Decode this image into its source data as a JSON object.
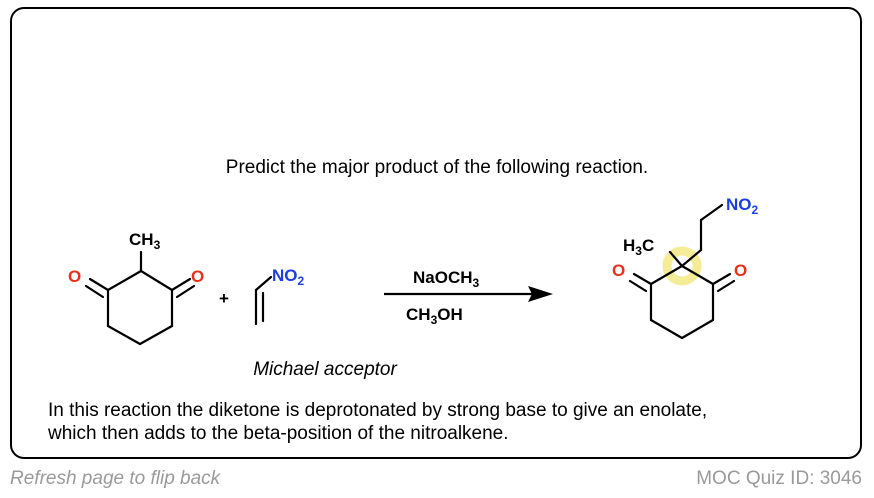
{
  "prompt": "Predict the major product of the following reaction.",
  "reactant1": {
    "methyl": "CH",
    "methyl_sub": "3",
    "oxygen_left": "O",
    "oxygen_right": "O"
  },
  "plus": "+",
  "reactant2": {
    "nitro": "NO",
    "nitro_sub": "2"
  },
  "reagents": {
    "base": "NaOCH",
    "base_sub": "3",
    "solvent_a": "CH",
    "solvent_sub": "3",
    "solvent_b": "OH"
  },
  "product": {
    "methyl_a": "H",
    "methyl_sub": "3",
    "methyl_b": "C",
    "nitro": "NO",
    "nitro_sub": "2",
    "oxygen_left": "O",
    "oxygen_right": "O"
  },
  "acceptor_label": "Michael acceptor",
  "explanation": {
    "line1": "In this reaction the diketone is deprotonated by strong base to give an enolate,",
    "line2": "which then adds to the beta-position of the nitroalkene."
  },
  "footer": {
    "left": "Refresh page to flip back",
    "right": "MOC Quiz ID: 3046"
  },
  "colors": {
    "oxygen": "#e8301c",
    "nitrogen": "#1a3ee0",
    "highlight": "#f4ea8c",
    "footer": "#9a9a9a"
  }
}
